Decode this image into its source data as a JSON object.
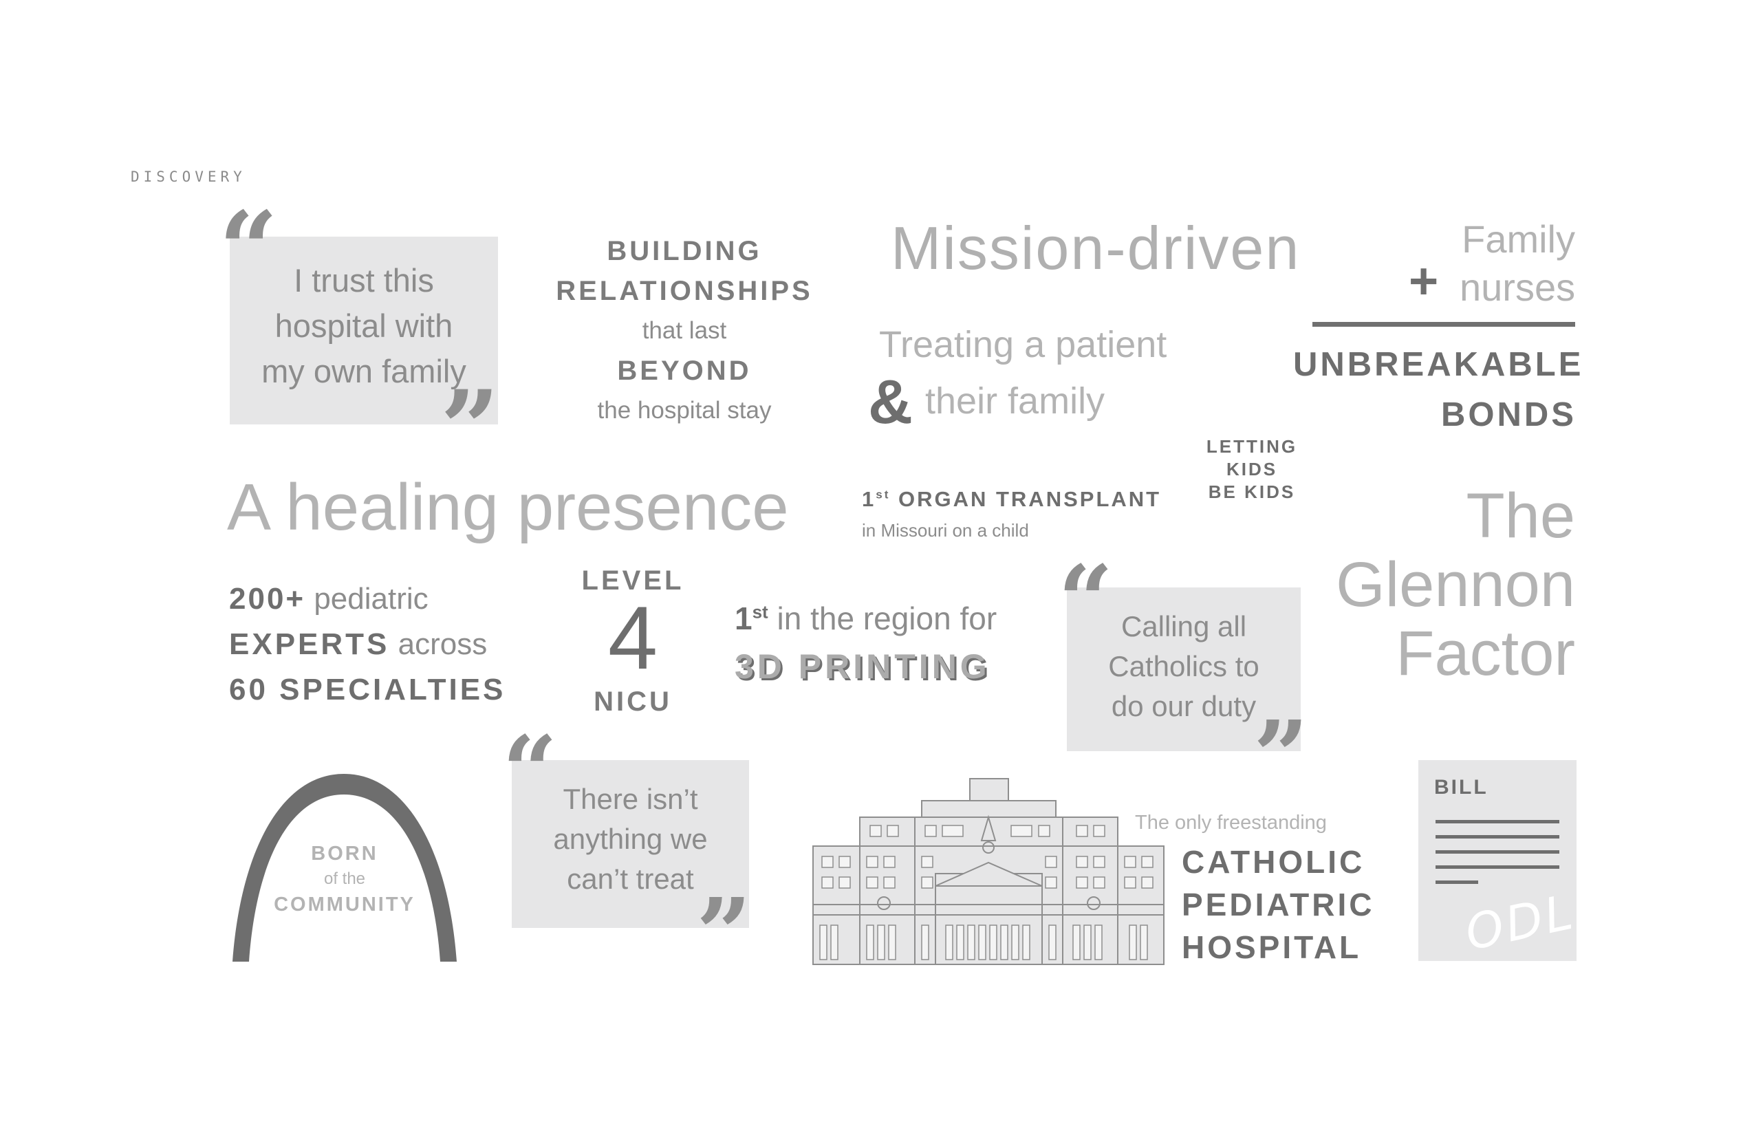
{
  "section_label": "DISCOVERY",
  "quote1": {
    "open": "“",
    "text_lines": [
      "I trust this",
      "hospital with",
      "my own family"
    ],
    "close": "”"
  },
  "relationships": {
    "line1": "BUILDING",
    "line2": "RELATIONSHIPS",
    "line3": "that last",
    "line4": "BEYOND",
    "line5": "the hospital stay"
  },
  "mission": "Mission-driven",
  "treating": {
    "line1": "Treating a patient",
    "amp": "&",
    "line2": "their family"
  },
  "family_nurses": {
    "family": "Family",
    "plus": "+",
    "nurses": "nurses",
    "line1": "UNBREAKABLE",
    "line2": "BONDS"
  },
  "healing": "A healing presence",
  "organ": {
    "first": "1",
    "sup": "st",
    "title": " ORGAN TRANSPLANT",
    "sub": "in Missouri on a child"
  },
  "letting": {
    "line1": "LETTING",
    "line2": "KIDS",
    "line3": "BE KIDS"
  },
  "glennon": {
    "line1": "The",
    "line2": "Glennon",
    "line3": "Factor"
  },
  "experts": {
    "n200": "200+",
    "pediatric": " pediatric",
    "experts": "EXPERTS",
    "across": " across",
    "specialties": "60 SPECIALTIES"
  },
  "nicu": {
    "level": "LEVEL",
    "num": "4",
    "label": "NICU"
  },
  "printing": {
    "first": "1",
    "sup": "st",
    "text": "in the region for",
    "label": "3D PRINTING"
  },
  "quote2": {
    "open": "“",
    "text_lines": [
      "Calling all",
      "Catholics to",
      "do our duty"
    ],
    "close": "”"
  },
  "arch": {
    "line1": "BORN",
    "line2": "of the",
    "line3": "COMMUNITY"
  },
  "quote3": {
    "open": "“",
    "text_lines": [
      "There isn’t",
      "anything we",
      "can’t treat"
    ],
    "close": "”"
  },
  "catholic": {
    "intro": "The only freestanding",
    "line1": "CATHOLIC",
    "line2": "PEDIATRIC",
    "line3": "HOSPITAL"
  },
  "bill": {
    "label": "BILL",
    "signature": "ODL"
  },
  "colors": {
    "dark": "#6e6e6e",
    "mid": "#8a8a8a",
    "light": "#a9a9a9",
    "box": "#e6e6e7"
  }
}
